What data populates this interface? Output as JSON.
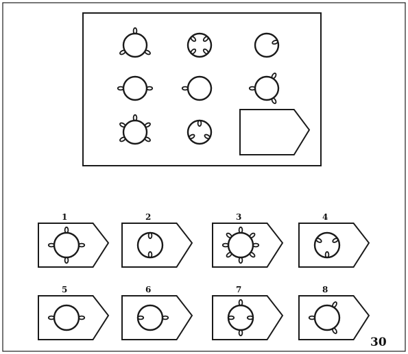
{
  "page_number": "30",
  "matrix": [
    {
      "shape": "circle",
      "appendages": [
        {
          "angle": 90,
          "dir": "out"
        },
        {
          "angle": 330,
          "dir": "out"
        },
        {
          "angle": 210,
          "dir": "out"
        }
      ]
    },
    {
      "shape": "circle",
      "appendages": [
        {
          "angle": 45,
          "dir": "in"
        },
        {
          "angle": 135,
          "dir": "in"
        },
        {
          "angle": 225,
          "dir": "in"
        },
        {
          "angle": 315,
          "dir": "in"
        }
      ]
    },
    {
      "shape": "circle",
      "appendages": [
        {
          "angle": 20,
          "dir": "in"
        }
      ]
    },
    {
      "shape": "circle",
      "appendages": [
        {
          "angle": 0,
          "dir": "out"
        },
        {
          "angle": 180,
          "dir": "out"
        }
      ]
    },
    {
      "shape": "circle",
      "appendages": [
        {
          "angle": 180,
          "dir": "out"
        }
      ]
    },
    {
      "shape": "circle",
      "appendages": [
        {
          "angle": 60,
          "dir": "out"
        },
        {
          "angle": 180,
          "dir": "out"
        },
        {
          "angle": 300,
          "dir": "out"
        }
      ]
    },
    {
      "shape": "circle",
      "appendages": [
        {
          "angle": 30,
          "dir": "out"
        },
        {
          "angle": 90,
          "dir": "out"
        },
        {
          "angle": 150,
          "dir": "out"
        },
        {
          "angle": 210,
          "dir": "out"
        },
        {
          "angle": 330,
          "dir": "out"
        }
      ]
    },
    {
      "shape": "circle",
      "appendages": [
        {
          "angle": 90,
          "dir": "in"
        },
        {
          "angle": 210,
          "dir": "in"
        },
        {
          "angle": 330,
          "dir": "in"
        }
      ]
    },
    {
      "shape": "empty-card"
    }
  ],
  "options": [
    {
      "label": "1",
      "appendages": [
        {
          "angle": 90,
          "dir": "out"
        },
        {
          "angle": 0,
          "dir": "out"
        },
        {
          "angle": 180,
          "dir": "out"
        },
        {
          "angle": 270,
          "dir": "out"
        }
      ]
    },
    {
      "label": "2",
      "appendages": [
        {
          "angle": 90,
          "dir": "in"
        },
        {
          "angle": 270,
          "dir": "in"
        }
      ]
    },
    {
      "label": "3",
      "appendages": [
        {
          "angle": 90,
          "dir": "out"
        },
        {
          "angle": 40,
          "dir": "out"
        },
        {
          "angle": 0,
          "dir": "out"
        },
        {
          "angle": 320,
          "dir": "out"
        },
        {
          "angle": 270,
          "dir": "out"
        },
        {
          "angle": 220,
          "dir": "out"
        },
        {
          "angle": 180,
          "dir": "out"
        },
        {
          "angle": 140,
          "dir": "out"
        }
      ]
    },
    {
      "label": "4",
      "appendages": [
        {
          "angle": 30,
          "dir": "in"
        },
        {
          "angle": 150,
          "dir": "in"
        },
        {
          "angle": 270,
          "dir": "in"
        }
      ]
    },
    {
      "label": "5",
      "appendages": [
        {
          "angle": 0,
          "dir": "out"
        },
        {
          "angle": 180,
          "dir": "out"
        }
      ]
    },
    {
      "label": "6",
      "appendages": [
        {
          "angle": 0,
          "dir": "out"
        },
        {
          "angle": 180,
          "dir": "in"
        }
      ]
    },
    {
      "label": "7",
      "appendages": [
        {
          "angle": 90,
          "dir": "out"
        },
        {
          "angle": 0,
          "dir": "in"
        },
        {
          "angle": 180,
          "dir": "in"
        },
        {
          "angle": 270,
          "dir": "out"
        }
      ]
    },
    {
      "label": "8",
      "appendages": [
        {
          "angle": 60,
          "dir": "out"
        },
        {
          "angle": 180,
          "dir": "out"
        },
        {
          "angle": 300,
          "dir": "out"
        }
      ]
    }
  ]
}
